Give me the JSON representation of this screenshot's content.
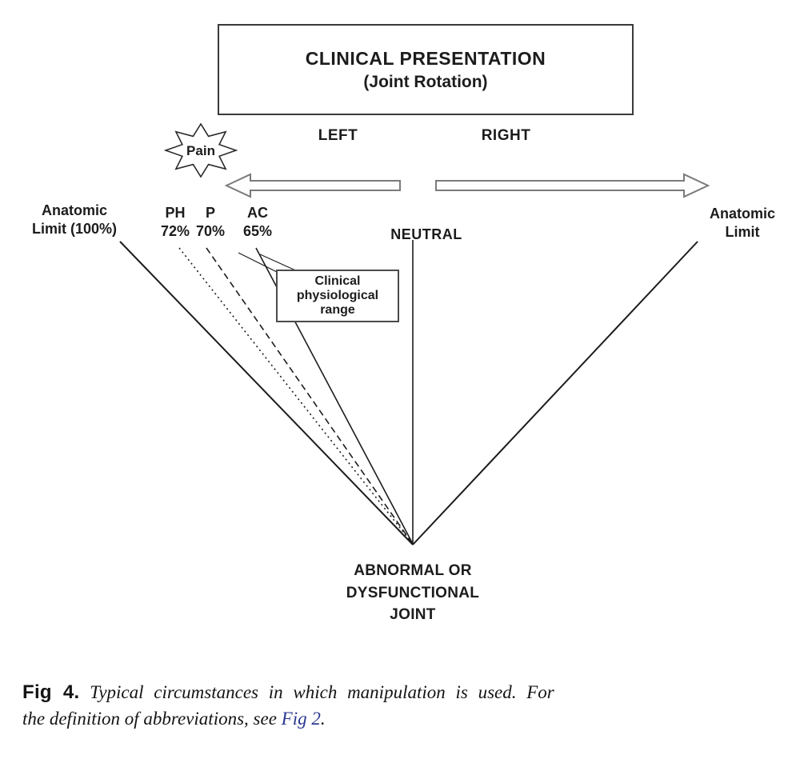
{
  "title": {
    "line1": "CLINICAL PRESENTATION",
    "line2": "(Joint Rotation)"
  },
  "direction_labels": {
    "left": "LEFT",
    "right": "RIGHT"
  },
  "pain_label": "Pain",
  "left_limit": {
    "line1": "Anatomic",
    "line2": "Limit (100%)"
  },
  "right_limit": {
    "line1": "Anatomic",
    "line2": "Limit"
  },
  "markers": [
    {
      "abbr": "PH",
      "pct": "72%",
      "line_style": "dotted"
    },
    {
      "abbr": "P",
      "pct": "70%",
      "line_style": "dashed"
    },
    {
      "abbr": "AC",
      "pct": "65%",
      "line_style": "solid"
    }
  ],
  "neutral_label": "NEUTRAL",
  "range_box": {
    "line1": "Clinical",
    "line2": "physiological",
    "line3": "range"
  },
  "joint_label": {
    "line1": "ABNORMAL OR",
    "line2": "DYSFUNCTIONAL",
    "line3": "JOINT"
  },
  "caption": {
    "fig_label": "Fig 4.",
    "line1_text": " Typical circumstances in which manipulation is used. For",
    "line2_text": "the definition of abbreviations, see ",
    "link_text": "Fig 2",
    "suffix": "."
  },
  "colors": {
    "line": "#1c1c1c",
    "link": "#2b3990",
    "background": "#ffffff"
  }
}
